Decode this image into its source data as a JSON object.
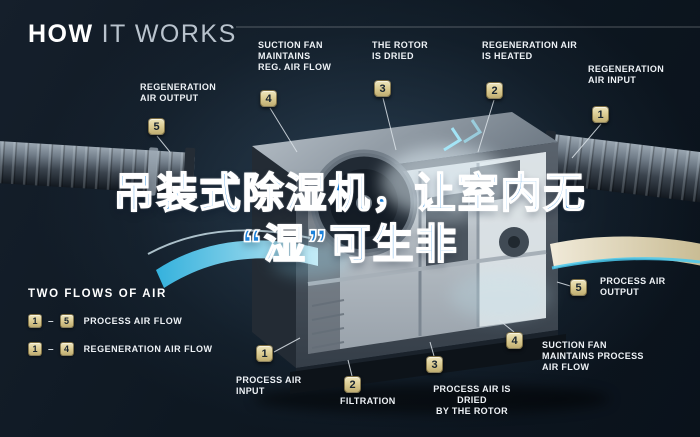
{
  "title": {
    "bold": "HOW",
    "rest": "IT WORKS"
  },
  "watermark": {
    "line1": "吊装式除湿机，让室内无",
    "line2": "“湿”可生非"
  },
  "callouts": {
    "reg_output": {
      "num": "5",
      "label": "REGENERATION\nAIR OUTPUT"
    },
    "reg_fan": {
      "num": "4",
      "label": "SUCTION FAN\nMAINTAINS\nREG. AIR FLOW"
    },
    "rotor_dried": {
      "num": "3",
      "label": "THE ROTOR\nIS DRIED"
    },
    "reg_heated": {
      "num": "2",
      "label": "REGENERATION AIR\nIS HEATED"
    },
    "reg_input": {
      "num": "1",
      "label": "REGENERATION\nAIR INPUT"
    },
    "proc_output": {
      "num": "5",
      "label": "PROCESS AIR\nOUTPUT"
    },
    "proc_fan": {
      "num": "4",
      "label": "SUCTION FAN\nMAINTAINS PROCESS\nAIR FLOW"
    },
    "proc_dried": {
      "num": "3",
      "label": "PROCESS AIR IS DRIED\nBY THE ROTOR"
    },
    "filtration": {
      "num": "2",
      "label": "FILTRATION"
    },
    "proc_input": {
      "num": "1",
      "label": "PROCESS AIR\nINPUT"
    }
  },
  "legend": {
    "title": "TWO FLOWS OF AIR",
    "dash": "–",
    "rows": [
      {
        "from": "1",
        "to": "5",
        "label": "PROCESS AIR FLOW"
      },
      {
        "from": "1",
        "to": "4",
        "label": "REGENERATION AIR FLOW"
      }
    ]
  },
  "colors": {
    "background": "#0e1822",
    "badge": "#d9c98f",
    "badge_text": "#182430",
    "watermark_blue": "#1b80d9",
    "airflow_cyan": "#49c9ef",
    "airflow_cream": "#e9dfc4",
    "label_text": "#eef2f6"
  }
}
